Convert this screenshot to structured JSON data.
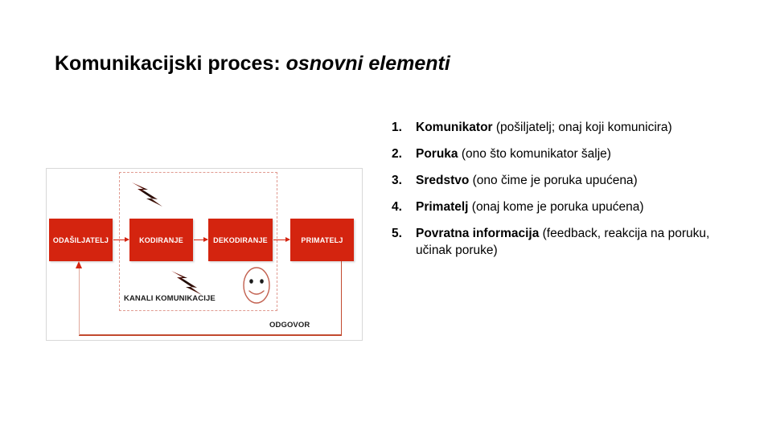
{
  "slide": {
    "title_main": "Komunikacijski proces:",
    "title_emphasis": "osnovni elementi"
  },
  "list": {
    "items": [
      {
        "number": "1.",
        "lead": "Komunikator",
        "rest": " (pošiljatelj; onaj koji komunicira)"
      },
      {
        "number": "2.",
        "lead": "Poruka",
        "rest": " (ono što komunikator šalje)"
      },
      {
        "number": "3.",
        "lead": "Sredstvo",
        "rest": " (ono čime je poruka upućena)"
      },
      {
        "number": "4.",
        "lead": "Primatelj",
        "rest": " (onaj kome je poruka upućena)"
      },
      {
        "number": "5.",
        "lead": "Povratna informacija",
        "rest": " (feedback, reakcija na poruku, učinak poruke)"
      }
    ]
  },
  "diagram": {
    "boxes": [
      {
        "label": "ODAŠILJATELJ"
      },
      {
        "label": "KODIRANJE"
      },
      {
        "label": "DEKODIRANJE"
      },
      {
        "label": "PRIMATELJ"
      }
    ],
    "captions": {
      "channels": "KANALI KOMUNIKACIJE",
      "response": "ODGOVOR"
    },
    "icons": {
      "bolt": "lightning-bolt-icon",
      "face": "smiley-face-icon"
    },
    "colors": {
      "box_fill": "#d4240f",
      "box_text": "#ffffff",
      "arrow": "#d4240f",
      "dashed_border": "#e09a90",
      "frame_border": "#d8d8d8",
      "feedback_line": "#c2492e",
      "face_outline": "#c2604f"
    }
  }
}
